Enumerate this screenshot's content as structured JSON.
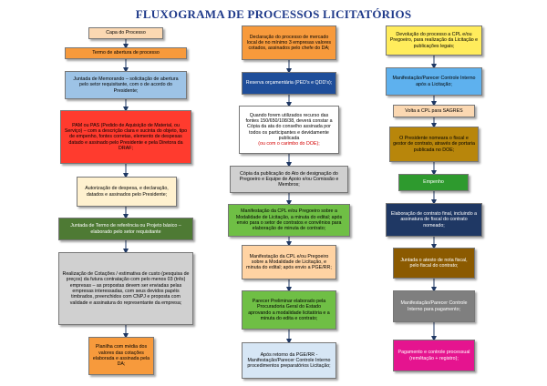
{
  "title": "FLUXOGRAMA DE PROCESSOS LICITATÓRIOS",
  "colors": {
    "title": "#1f3a8a",
    "peach": "#fbd8b2",
    "orange": "#f79a3c",
    "light_blue": "#9dc3e6",
    "red": "#ff3b2e",
    "cream": "#fff1cf",
    "green_dark": "#4e7a34",
    "grey": "#d0d0d0",
    "blue_dark": "#1f4e9a",
    "white": "#ffffff",
    "green": "#6fbf45",
    "orange_light": "#ffd3a3",
    "pale_blue": "#d6e6f5",
    "yellow": "#ffec5c",
    "blue_light": "#5eb1ee",
    "gold": "#b8860b",
    "magenta": "#e5148f",
    "navy": "#1f3864",
    "brown": "#8b5a00",
    "grey_dark": "#7f7f7f",
    "arrow": "#1f3864"
  },
  "column1": [
    {
      "text": "Capa do Processo"
    },
    {
      "text": "Termo de abertura de processo"
    },
    {
      "text": "Juntada de Memorando – solicitação de abertura pelo setor requisitante, com o de acordo do Presidente;"
    },
    {
      "text": "PAM ou PAS (Pedido de Aquisição de Material, ou Serviço) – com a descrição clara e sucinta do objeto, tipo de empenho, fontes corretas, elemento de despesas datado e assinado pelo Presidente e pela Diretora da DRAF;"
    },
    {
      "text": "Autorização de despesa, e declaração, datados e assinados pelo Presidente;"
    },
    {
      "text": "Juntada de Termo de referência ou Projeto básico – elaborado pelo setor requisitante"
    },
    {
      "text": "Realização de Cotações / estimativa de custo (pesquisa de preços) da futura contratação com pelo menos 03 (três) empresas – as propostas devem ser enviadas pelas empresas interessadas, com seus devidos papéis timbrados, preenchidos com CNPJ e proposta com validade e assinatura do representante da empresa;"
    },
    {
      "text": "Planilha com média dos valores das cotações elaborada e assinada pela DA;"
    }
  ],
  "column2": [
    {
      "text": "Declaração do processo de mercado local de no mínimo 3 empresas valores cotados, assinados pelo chefe do DA;"
    },
    {
      "text": "Reserva orçamentária (PED's e QDD's);"
    },
    {
      "text": "Quando forem utilizados recurso das fontes 150/650/108/38, deverá constar a Cópia da ata do conselho assinada por todos os participantes e devidamente publicada",
      "highlight": "(ou com o carimbo do DOE);"
    },
    {
      "text": "Cópia da publicação do Ato de designação do Pregoeiro e Equipe de Apoio e/ou Comissão e Membros;"
    },
    {
      "text": "Manifestação da CPL e/ou Pregoeiro sobre a Modalidade de Licitação, a minuta do edital; após envio para o setor de contratos e convênios para elaboração de minuta de contrato;"
    },
    {
      "text": "Manifestação da CPL e/ou Pregoeiro sobre a Modalidade de Licitação, e minuta do edital; após envio a PGE/RR;"
    },
    {
      "text": "Parecer Preliminar elaborado pela Procuradoria Geral do Estado aprovando a modalidade licitatória e a minuta do edita e contrato;"
    },
    {
      "text": "Após retorno da PGE/RR - Manifestação/Parecer Controle Interno procedimentos preparatórios Licitação;"
    }
  ],
  "column3": [
    {
      "text": "Devolução do processo a CPL e/ou Pregoeiro, para realização da Licitação e publicações legais;"
    },
    {
      "text": "Manifestação/Parecer Controle Interno após a Licitação;"
    },
    {
      "text": "Volta a CPL para SAGRES"
    },
    {
      "text": "O Presidente nomeara o fiscal e gestor de contrato, através de portaria publicada no DOE;"
    },
    {
      "text": "Empenho"
    },
    {
      "text": "Elaboração de contrato final, incluindo a assinatura de fiscal do contrato nomeado;"
    },
    {
      "text": "Juntada o atesto de nota fiscal, pelo fiscal do contrato;"
    },
    {
      "text": "Manifestação/Parecer Controle Interno para pagamento;"
    },
    {
      "text": "Pagamento e controle processual (remêtação + registro);"
    }
  ]
}
